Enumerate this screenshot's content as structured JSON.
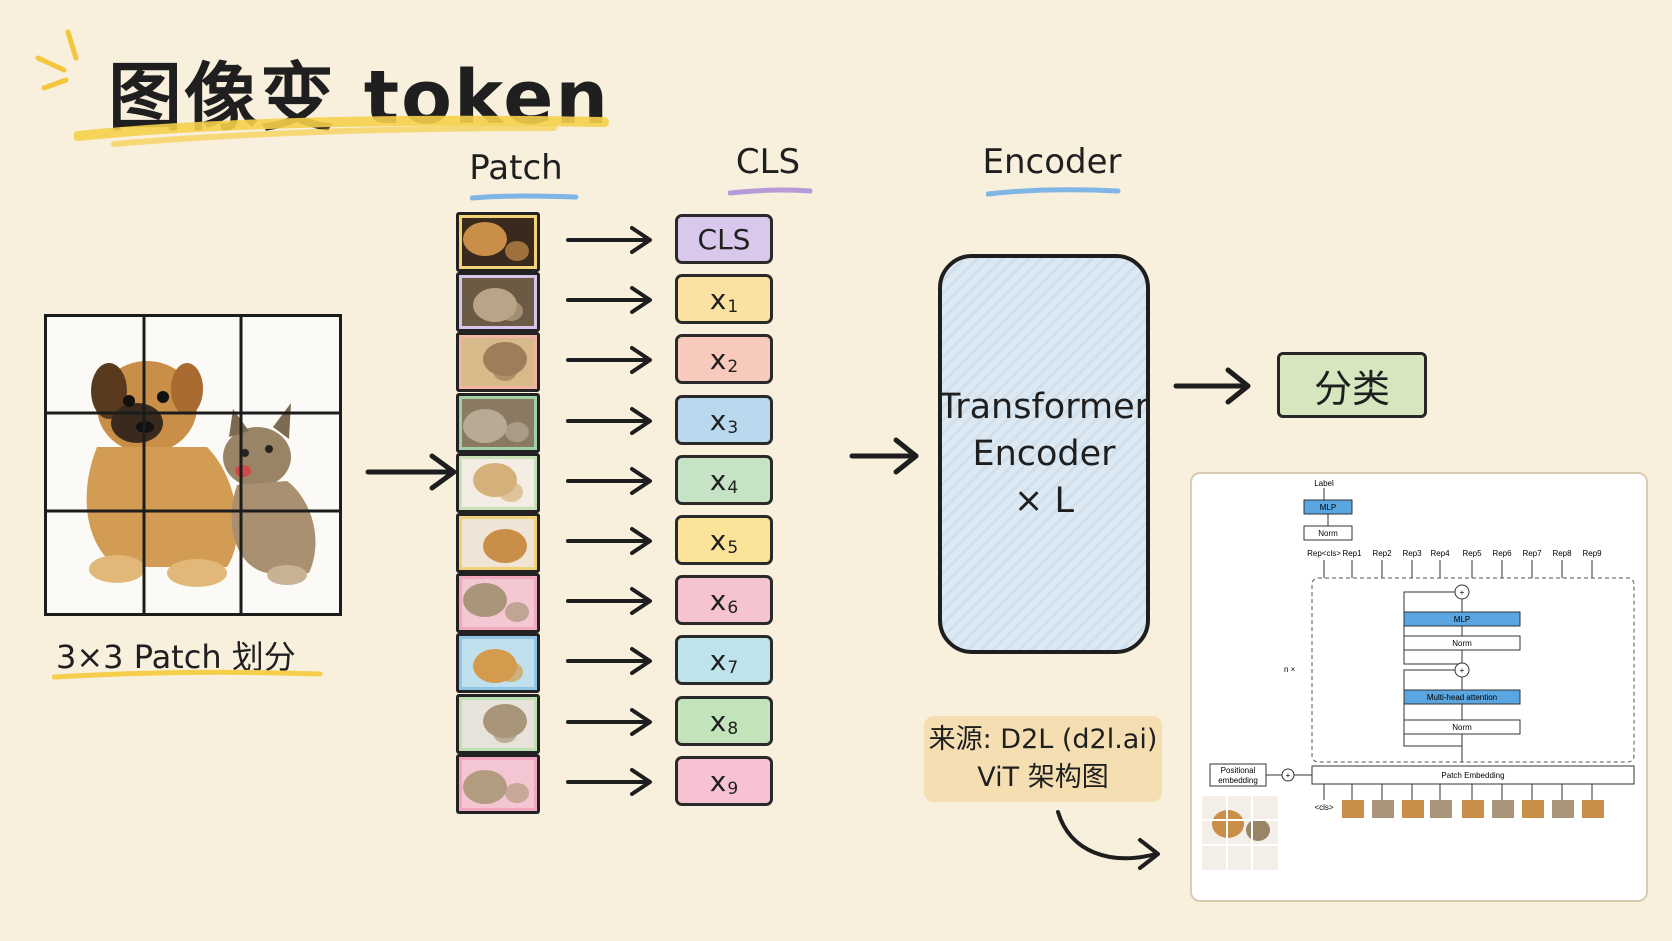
{
  "title": "图像变 token",
  "column_headers": {
    "patch": "Patch",
    "cls": "CLS",
    "encoder": "Encoder"
  },
  "grid_caption": "3×3 Patch 划分",
  "tokens": [
    {
      "base": "CLS",
      "sub": "",
      "color": "#d9c8ec"
    },
    {
      "base": "x",
      "sub": "1",
      "color": "#fbe2a3"
    },
    {
      "base": "x",
      "sub": "2",
      "color": "#f8c9bd"
    },
    {
      "base": "x",
      "sub": "3",
      "color": "#b9d8ee"
    },
    {
      "base": "x",
      "sub": "4",
      "color": "#c6e3c6"
    },
    {
      "base": "x",
      "sub": "5",
      "color": "#fbe49a"
    },
    {
      "base": "x",
      "sub": "6",
      "color": "#f6c4cf"
    },
    {
      "base": "x",
      "sub": "7",
      "color": "#bfe3ea"
    },
    {
      "base": "x",
      "sub": "8",
      "color": "#c3e4bb"
    },
    {
      "base": "x",
      "sub": "9",
      "color": "#f7c3d2"
    }
  ],
  "patch_borders": [
    "#f2d37a",
    "#d8c4ea",
    "#f3b5a3",
    "#9fd0a8",
    "#c7e0b6",
    "#f1d27b",
    "#f3a9bd",
    "#8fc6e6",
    "#bfe0b0",
    "#f1a6bd"
  ],
  "encoder": {
    "line1": "Transformer",
    "line2": "Encoder",
    "line3": "× L"
  },
  "classification": "分类",
  "source_note": {
    "line1": "来源: D2L (d2l.ai)",
    "line2": "ViT 架构图"
  },
  "vit_figure": {
    "label": "Label",
    "mlp_top": "MLP",
    "norm_top": "Norm",
    "reps": [
      "Rep<cls>",
      "Rep1",
      "Rep2",
      "Rep3",
      "Rep4",
      "Rep5",
      "Rep6",
      "Rep7",
      "Rep8",
      "Rep9"
    ],
    "n_times": "n ×",
    "mlp": "MLP",
    "norm_mid": "Norm",
    "mha": "Multi-head attention",
    "norm_bottom": "Norm",
    "pos_embed_1": "Positional",
    "pos_embed_2": "embedding",
    "patch_embed": "Patch Embedding",
    "cls_tag": "<cls>"
  },
  "colors": {
    "background": "#f8efdc",
    "title_underline": "#f5cf4a",
    "header_blue": "#7fb6e6",
    "header_purple": "#b79ad8",
    "vit_blue": "#5aa6e0"
  }
}
